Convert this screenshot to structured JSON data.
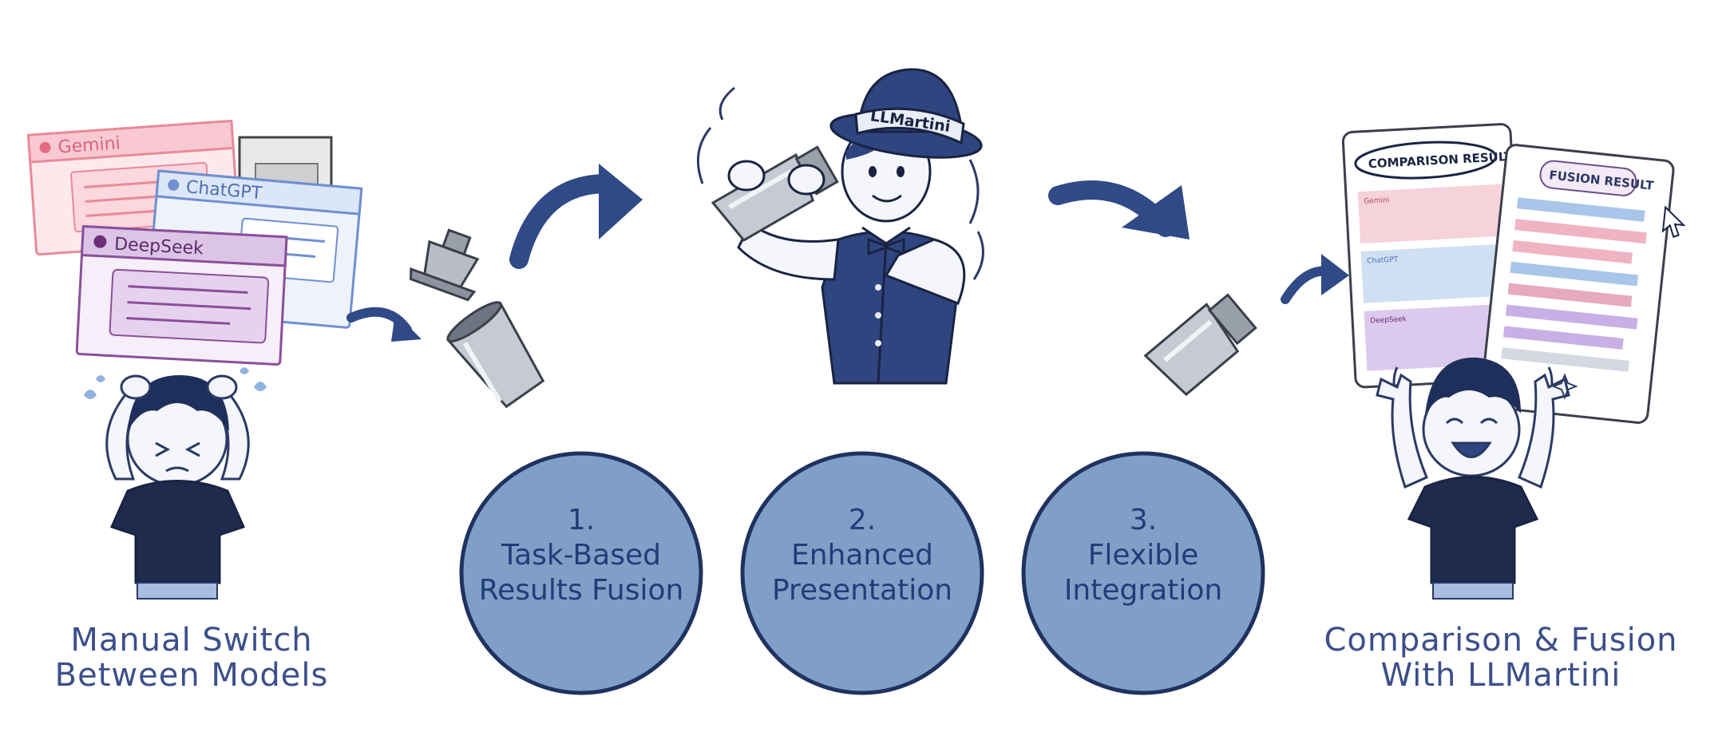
{
  "left_panel": {
    "windows": [
      {
        "title": "Gemini",
        "color": "#e98a9a"
      },
      {
        "title": "ChatGPT",
        "color": "#6f8fd0"
      },
      {
        "title": "DeepSeek",
        "color": "#8a4f9a"
      }
    ],
    "caption_line1": "Manual Switch",
    "caption_line2": "Between Models"
  },
  "bartender": {
    "hat_label": "LLMartini"
  },
  "features": [
    {
      "number": "1.",
      "line1": "Task-Based",
      "line2": "Results Fusion"
    },
    {
      "number": "2.",
      "line1": "Enhanced",
      "line2": "Presentation"
    },
    {
      "number": "3.",
      "line1": "Flexible",
      "line2": "Integration"
    }
  ],
  "right_panel": {
    "comparison_title": "COMPARISON RESULT",
    "fusion_title": "FUSION RESULT",
    "comparison_sections": [
      "Gemini",
      "ChatGPT",
      "DeepSeek"
    ],
    "caption_line1": "Comparison & Fusion",
    "caption_line2": "With LLMartini"
  },
  "colors": {
    "accent": "#3b4f8a",
    "circle_fill": "#7f9fc7",
    "circle_stroke": "#1f3260",
    "arrow": "#2f4a86"
  }
}
